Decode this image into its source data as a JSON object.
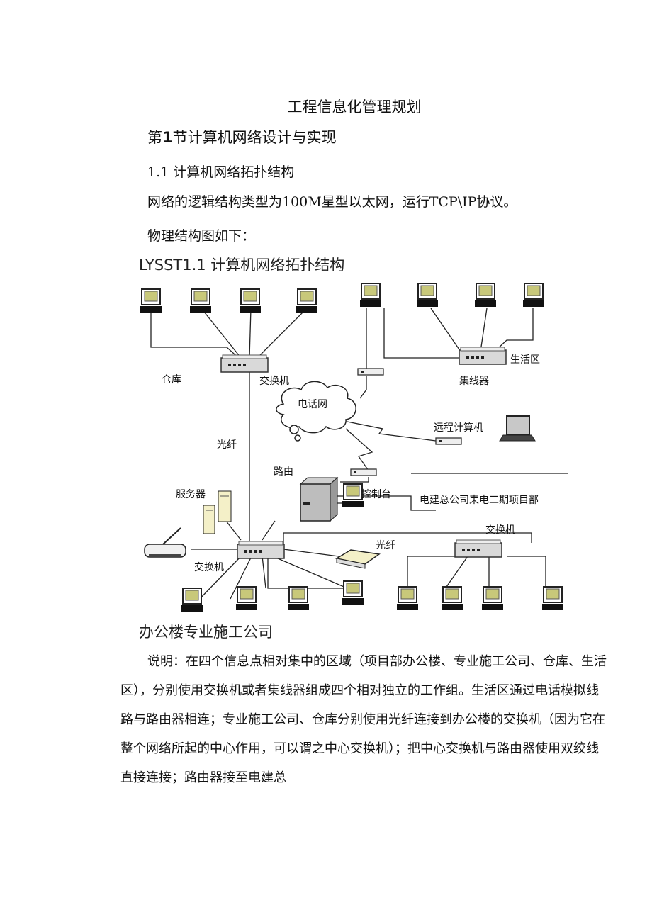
{
  "document": {
    "title": "工程信息化管理规划",
    "section_prefix": "第",
    "section_number": "1",
    "section_title": "节计算机网络设计与实现",
    "subsection": "1.1 计算机网络拓扑结构",
    "line_1": "网络的逻辑结构类型为100M星型以太网，运行TCP\\IP协议。",
    "line_2": "物理结构图如下：",
    "figure_title": "LYSST1.1 计算机网络拓扑结构",
    "figure_caption": "办公楼专业施工公司",
    "paragraph": "说明：在四个信息点相对集中的区域（项目部办公楼、专业施工公司、仓库、生活区），分别使用交换机或者集线器组成四个相对独立的工作组。生活区通过电话模拟线路与路由器相连；专业施工公司、仓库分别使用光纤连接到办公楼的交换机（因为它在整个网络所起的中心作用，可以谓之中心交换机）；把中心交换机与路由器使用双绞线直接连接；路由器接至电建总"
  },
  "diagram": {
    "labels": {
      "warehouse": "仓库",
      "switch_top": "交换机",
      "living_area": "生活区",
      "hub": "集线器",
      "phone_network": "电话网",
      "remote_computer": "远程计算机",
      "fiber_left": "光纤",
      "router": "路由",
      "console": "控制台",
      "server": "服务器",
      "project_dept": "电建总公司耒电二期项目部",
      "switch_right": "交换机",
      "fiber_right": "光纤",
      "switch_center": "交换机"
    }
  }
}
